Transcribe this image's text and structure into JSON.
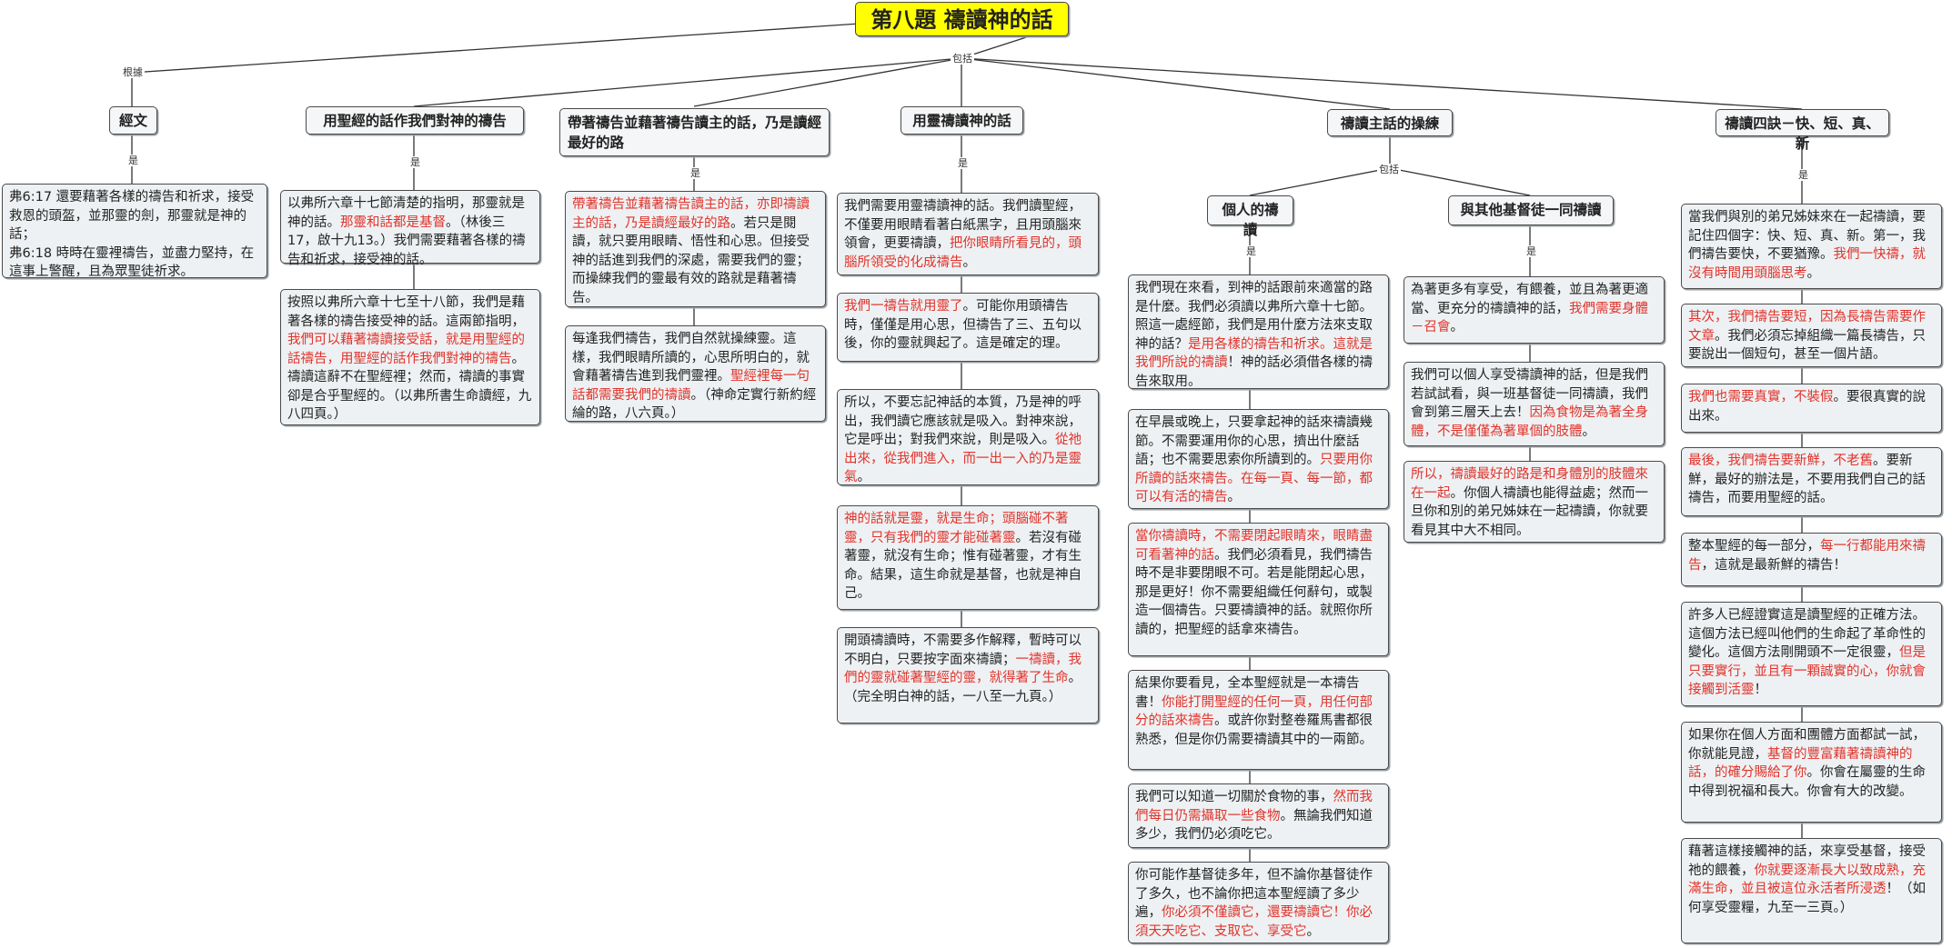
{
  "root": {
    "title": "第八題  禱讀神的話"
  },
  "edge_labels": {
    "genju": "根據",
    "baokuo": "包括",
    "shi": "是"
  },
  "headers": {
    "jingwen": "經文",
    "h1": "用聖經的話作我們對神的禱告",
    "h2": "帶著禱告並藉著禱告讀主的話，乃是讀經最好的路",
    "h3": "用靈禱讀神的話",
    "h4": "禱讀主話的操練",
    "h4a": "個人的禱讀",
    "h4b": "與其他基督徒一同禱讀",
    "h5": "禱讀四訣－快、短、真、新"
  },
  "notes": {
    "jw1": [
      {
        "t": "弗6:17  還要藉著各樣的禱告和祈求，接受救恩的頭盔，並那靈的劍，那靈就是神的話；"
      },
      {
        "t": "\n弗6:18  時時在靈裡禱告，並盡力堅持，在這事上警醒，且為眾聖徒祈求。"
      }
    ],
    "h1a": [
      {
        "t": "以弗所六章十七節清楚的指明，那靈就是神的話。"
      },
      {
        "t": "那靈和話都是基督",
        "r": true
      },
      {
        "t": "。（林後三17，啟十九13。）我們需要藉著各樣的禱告和祈求，接受神的話。"
      }
    ],
    "h1b": [
      {
        "t": "按照以弗所六章十七至十八節，我們是藉著各樣的禱告接受神的話。這兩節指明，"
      },
      {
        "t": "我們可以藉著禱讀接受話，就是用聖經的話禱告，用聖經的話作我們對神的禱告",
        "r": true
      },
      {
        "t": "。禱讀這辭不在聖經裡；然而，禱讀的事實卻是合乎聖經的。（以弗所書生命讀經，九八四頁。）"
      }
    ],
    "h2a": [
      {
        "t": "帶著禱告並藉著禱告讀主的話，亦即禱讀主的話，乃是讀經最好的路",
        "r": true
      },
      {
        "t": "。若只是閱讀，就只要用眼睛、悟性和心思。但接受神的話進到我們的深處，需要我們的靈；而操練我們的靈最有效的路就是藉著禱告。"
      }
    ],
    "h2b": [
      {
        "t": "每逢我們禱告，我們自然就操練靈。這樣，我們眼睛所讀的，心思所明白的，就會藉著禱告進到我們靈裡。"
      },
      {
        "t": "聖經裡每一句話都需要我們的禱讀",
        "r": true
      },
      {
        "t": "。（神命定實行新約經綸的路，八六頁。）"
      }
    ],
    "h3a": [
      {
        "t": "我們需要用靈禱讀神的話。我們讀聖經，不僅要用眼睛看著白紙黑字，且用頭腦來領會，更要禱讀，"
      },
      {
        "t": "把你眼睛所看見的，頭腦所領受的化成禱告",
        "r": true
      },
      {
        "t": "。"
      }
    ],
    "h3b": [
      {
        "t": "我們一禱告就用靈了",
        "r": true
      },
      {
        "t": "。可能你用頭禱告時，僅僅是用心思，但禱告了三、五句以後，你的靈就興起了。這是確定的理。"
      }
    ],
    "h3c": [
      {
        "t": "所以，不要忘記神話的本質，乃是神的呼出，我們讀它應該就是吸入。對神來說，它是呼出；對我們來說，則是吸入。"
      },
      {
        "t": "從祂出來，從我們進入，而一出一入的乃是靈氣",
        "r": true
      },
      {
        "t": "。"
      }
    ],
    "h3d": [
      {
        "t": "神的話就是靈，就是生命；頭腦碰不著靈，只有我們的靈才能碰著靈",
        "r": true
      },
      {
        "t": "。若沒有碰著靈，就沒有生命；惟有碰著靈，才有生命。結果，這生命就是基督，也就是神自己。"
      }
    ],
    "h3e": [
      {
        "t": "開頭禱讀時，不需要多作解釋，暫時可以不明白，只要按字面來禱讀；"
      },
      {
        "t": "一禱讀，我們的靈就碰著聖經的靈，就得著了生命",
        "r": true
      },
      {
        "t": "。（完全明白神的話，一八至一九頁。）"
      }
    ],
    "p1": [
      {
        "t": "我們現在來看，到神的話跟前來適當的路是什麼。我們必須讀以弗所六章十七節。照這一處經節，我們是用什麼方法來支取神的話？"
      },
      {
        "t": "是用各樣的禱告和祈求。這就是我們所說的禱讀",
        "r": true
      },
      {
        "t": "！神的話必須借各樣的禱告來取用。"
      }
    ],
    "p2": [
      {
        "t": "在早晨或晚上，只要拿起神的話來禱讀幾節。不需要運用你的心思，擠出什麼話語；也不需要思索你所讀到的。"
      },
      {
        "t": "只要用你所讀的話來禱告。在每一頁、每一節，都可以有活的禱告",
        "r": true
      },
      {
        "t": "。"
      }
    ],
    "p3": [
      {
        "t": "當你禱讀時，不需要閉起眼睛來，眼睛盡可看著神的話",
        "r": true
      },
      {
        "t": "。我們必須看見，我們禱告時不是非要閉眼不可。若是能閉起心思，那是更好！你不需要組織任何辭句，或製造一個禱告。只要禱讀神的話。就照你所讀的，把聖經的話拿來禱告。"
      }
    ],
    "p4": [
      {
        "t": "結果你要看見，全本聖經就是一本禱告書！"
      },
      {
        "t": "你能打開聖經的任何一頁，用任何部分的話來禱告",
        "r": true
      },
      {
        "t": "。或許你對整卷羅馬書都很熟悉，但是你仍需要禱讀其中的一兩節。"
      }
    ],
    "p5": [
      {
        "t": "我們可以知道一切關於食物的事，"
      },
      {
        "t": "然而我們每日仍需攝取一些食物",
        "r": true
      },
      {
        "t": "。無論我們知道多少，我們仍必須吃它。"
      }
    ],
    "p6": [
      {
        "t": "你可能作基督徒多年，但不論你基督徒作了多久，也不論你把這本聖經讀了多少遍，"
      },
      {
        "t": "你必須不僅讀它，還要禱讀它！你必須天天吃它、支取它、享受它",
        "r": true
      },
      {
        "t": "。"
      }
    ],
    "g1": [
      {
        "t": "為著更多有享受，有餵養，並且為著更適當、更充分的禱讀神的話，"
      },
      {
        "t": "我們需要身體－召會",
        "r": true
      },
      {
        "t": "。"
      }
    ],
    "g2": [
      {
        "t": "我們可以個人享受禱讀神的話，但是我們若試試看，與一班基督徒一同禱讀，我們會到第三層天上去！"
      },
      {
        "t": "因為食物是為著全身體，不是僅僅為著單個的肢體",
        "r": true
      },
      {
        "t": "。"
      }
    ],
    "g3": [
      {
        "t": "所以，禱讀最好的路是和身體別的肢體來在一起",
        "r": true
      },
      {
        "t": "。你個人禱讀也能得益處；然而一旦你和別的弟兄姊妹在一起禱讀，你就要看見其中大不相同。"
      }
    ],
    "k1": [
      {
        "t": "當我們與別的弟兄姊妹來在一起禱讀，要記住四個字：快、短、真、新。第一，我們禱告要快，不要猶豫。"
      },
      {
        "t": "我們一快禱，就沒有時間用頭腦思考",
        "r": true
      },
      {
        "t": "。"
      }
    ],
    "k2": [
      {
        "t": "其次，我們禱告要短，因為長禱告需要作文章",
        "r": true
      },
      {
        "t": "。我們必須忘掉組織一篇長禱告，只要說出一個短句，甚至一個片語。"
      }
    ],
    "k3": [
      {
        "t": "我們也需要真實，不裝假",
        "r": true
      },
      {
        "t": "。要很真實的說出來。"
      }
    ],
    "k4": [
      {
        "t": "最後，我們禱告要新鮮，不老舊",
        "r": true
      },
      {
        "t": "。要新鮮，最好的辦法是，不要用我們自己的話禱告，而要用聖經的話。"
      }
    ],
    "k5": [
      {
        "t": "整本聖經的每一部分，"
      },
      {
        "t": "每一行都能用來禱告",
        "r": true
      },
      {
        "t": "，這就是最新鮮的禱告！"
      }
    ],
    "k6": [
      {
        "t": "許多人已經證實這是讀聖經的正確方法。這個方法已經叫他們的生命起了革命性的變化。這個方法剛開頭不一定很靈，"
      },
      {
        "t": "但是只要實行，並且有一顆誠實的心，你就會接觸到活靈",
        "r": true
      },
      {
        "t": "！"
      }
    ],
    "k7": [
      {
        "t": "如果你在個人方面和團體方面都試一試，你就能見證，"
      },
      {
        "t": "基督的豐富藉著禱讀神的話，的確分賜給了你",
        "r": true
      },
      {
        "t": "。你會在屬靈的生命中得到祝福和長大。你會有大的改變。"
      }
    ],
    "k8": [
      {
        "t": "藉著這樣接觸神的話，來享受基督，接受祂的餵養，"
      },
      {
        "t": "你就要逐漸長大以致成熟，充滿生命，並且被這位永活者所浸透",
        "r": true
      },
      {
        "t": "！（如何享受靈糧，九至一三頁。）"
      }
    ]
  }
}
